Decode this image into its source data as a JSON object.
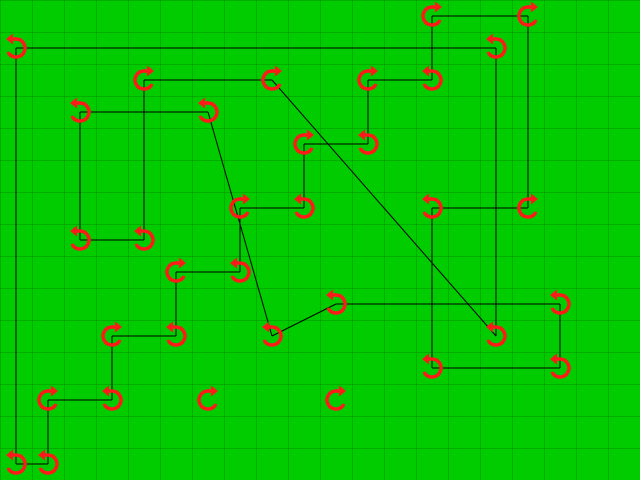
{
  "game": {
    "type": "rotating-node-puzzle",
    "colors": {
      "background": "#00cc00",
      "grid_line": "#009600",
      "node": "#ff1a1a",
      "wire": "#000000"
    },
    "grid": {
      "columns": 20,
      "rows": 15
    },
    "nodes": [
      {
        "id": "n1",
        "col": 13,
        "row": 0,
        "arrow": "right"
      },
      {
        "id": "n2",
        "col": 16,
        "row": 0,
        "arrow": "right"
      },
      {
        "id": "n3",
        "col": 0,
        "row": 1,
        "arrow": "left"
      },
      {
        "id": "n4",
        "col": 15,
        "row": 1,
        "arrow": "left"
      },
      {
        "id": "n5",
        "col": 4,
        "row": 2,
        "arrow": "right"
      },
      {
        "id": "n6",
        "col": 8,
        "row": 2,
        "arrow": "right"
      },
      {
        "id": "n7",
        "col": 11,
        "row": 2,
        "arrow": "right"
      },
      {
        "id": "n8",
        "col": 13,
        "row": 2,
        "arrow": "left"
      },
      {
        "id": "n9",
        "col": 2,
        "row": 3,
        "arrow": "left"
      },
      {
        "id": "n10",
        "col": 6,
        "row": 3,
        "arrow": "left"
      },
      {
        "id": "n11",
        "col": 9,
        "row": 4,
        "arrow": "right"
      },
      {
        "id": "n12",
        "col": 11,
        "row": 4,
        "arrow": "left"
      },
      {
        "id": "n13",
        "col": 7,
        "row": 6,
        "arrow": "right"
      },
      {
        "id": "n14",
        "col": 9,
        "row": 6,
        "arrow": "left"
      },
      {
        "id": "n15",
        "col": 13,
        "row": 6,
        "arrow": "left"
      },
      {
        "id": "n16",
        "col": 16,
        "row": 6,
        "arrow": "right"
      },
      {
        "id": "n17",
        "col": 2,
        "row": 7,
        "arrow": "left"
      },
      {
        "id": "n18",
        "col": 4,
        "row": 7,
        "arrow": "left"
      },
      {
        "id": "n19",
        "col": 5,
        "row": 8,
        "arrow": "right"
      },
      {
        "id": "n20",
        "col": 7,
        "row": 8,
        "arrow": "left"
      },
      {
        "id": "n21",
        "col": 10,
        "row": 9,
        "arrow": "left"
      },
      {
        "id": "n22",
        "col": 17,
        "row": 9,
        "arrow": "left"
      },
      {
        "id": "n23",
        "col": 3,
        "row": 10,
        "arrow": "right"
      },
      {
        "id": "n24",
        "col": 5,
        "row": 10,
        "arrow": "left"
      },
      {
        "id": "n25",
        "col": 8,
        "row": 10,
        "arrow": "left"
      },
      {
        "id": "n26",
        "col": 15,
        "row": 10,
        "arrow": "left"
      },
      {
        "id": "n27",
        "col": 13,
        "row": 11,
        "arrow": "left"
      },
      {
        "id": "n28",
        "col": 17,
        "row": 11,
        "arrow": "left"
      },
      {
        "id": "n29",
        "col": 1,
        "row": 12,
        "arrow": "right"
      },
      {
        "id": "n30",
        "col": 3,
        "row": 12,
        "arrow": "left"
      },
      {
        "id": "n31",
        "col": 6,
        "row": 12,
        "arrow": "right"
      },
      {
        "id": "n32",
        "col": 10,
        "row": 12,
        "arrow": "right"
      },
      {
        "id": "n33",
        "col": 0,
        "row": 14,
        "arrow": "left"
      },
      {
        "id": "n34",
        "col": 1,
        "row": 14,
        "arrow": "left"
      }
    ],
    "wires": [
      [
        "n1",
        "n2"
      ],
      [
        "n2",
        "n16"
      ],
      [
        "n16",
        "n15"
      ],
      [
        "n15",
        "n27"
      ],
      [
        "n27",
        "n28"
      ],
      [
        "n28",
        "n22"
      ],
      [
        "n22",
        "n21"
      ],
      [
        "n21",
        "n25"
      ],
      [
        "n25",
        "n10"
      ],
      [
        "n10",
        "n9"
      ],
      [
        "n9",
        "n17"
      ],
      [
        "n17",
        "n18"
      ],
      [
        "n18",
        "n5"
      ],
      [
        "n5",
        "n6"
      ],
      [
        "n6",
        "n26"
      ],
      [
        "n26",
        "n4"
      ],
      [
        "n4",
        "n3"
      ],
      [
        "n3",
        "n33"
      ],
      [
        "n33",
        "n34"
      ],
      [
        "n34",
        "n29"
      ],
      [
        "n29",
        "n30"
      ],
      [
        "n30",
        "n23"
      ],
      [
        "n23",
        "n24"
      ],
      [
        "n24",
        "n19"
      ],
      [
        "n19",
        "n20"
      ],
      [
        "n20",
        "n13"
      ],
      [
        "n13",
        "n14"
      ],
      [
        "n14",
        "n11"
      ],
      [
        "n11",
        "n12"
      ],
      [
        "n12",
        "n7"
      ],
      [
        "n7",
        "n8"
      ],
      [
        "n8",
        "n1"
      ]
    ]
  }
}
